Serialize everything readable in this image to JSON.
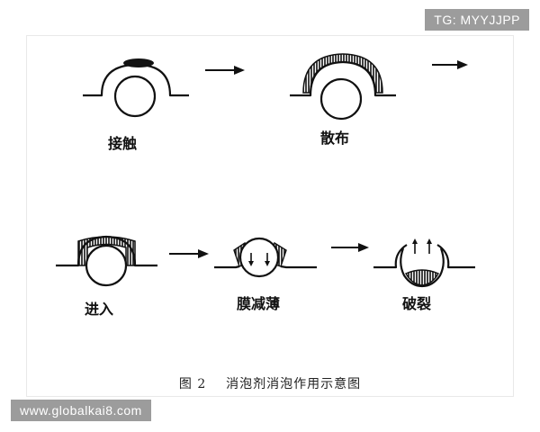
{
  "stages": [
    {
      "id": "contact",
      "label": "接触"
    },
    {
      "id": "spread",
      "label": "散布"
    },
    {
      "id": "enter",
      "label": "进入"
    },
    {
      "id": "thinning",
      "label": "膜减薄"
    },
    {
      "id": "rupture",
      "label": "破裂"
    }
  ],
  "caption": {
    "figure_number": "图 2",
    "title": "消泡剂消泡作用示意图"
  },
  "watermarks": {
    "telegram": "TG: MYYJJPP",
    "website": "www.globalkai8.com"
  }
}
